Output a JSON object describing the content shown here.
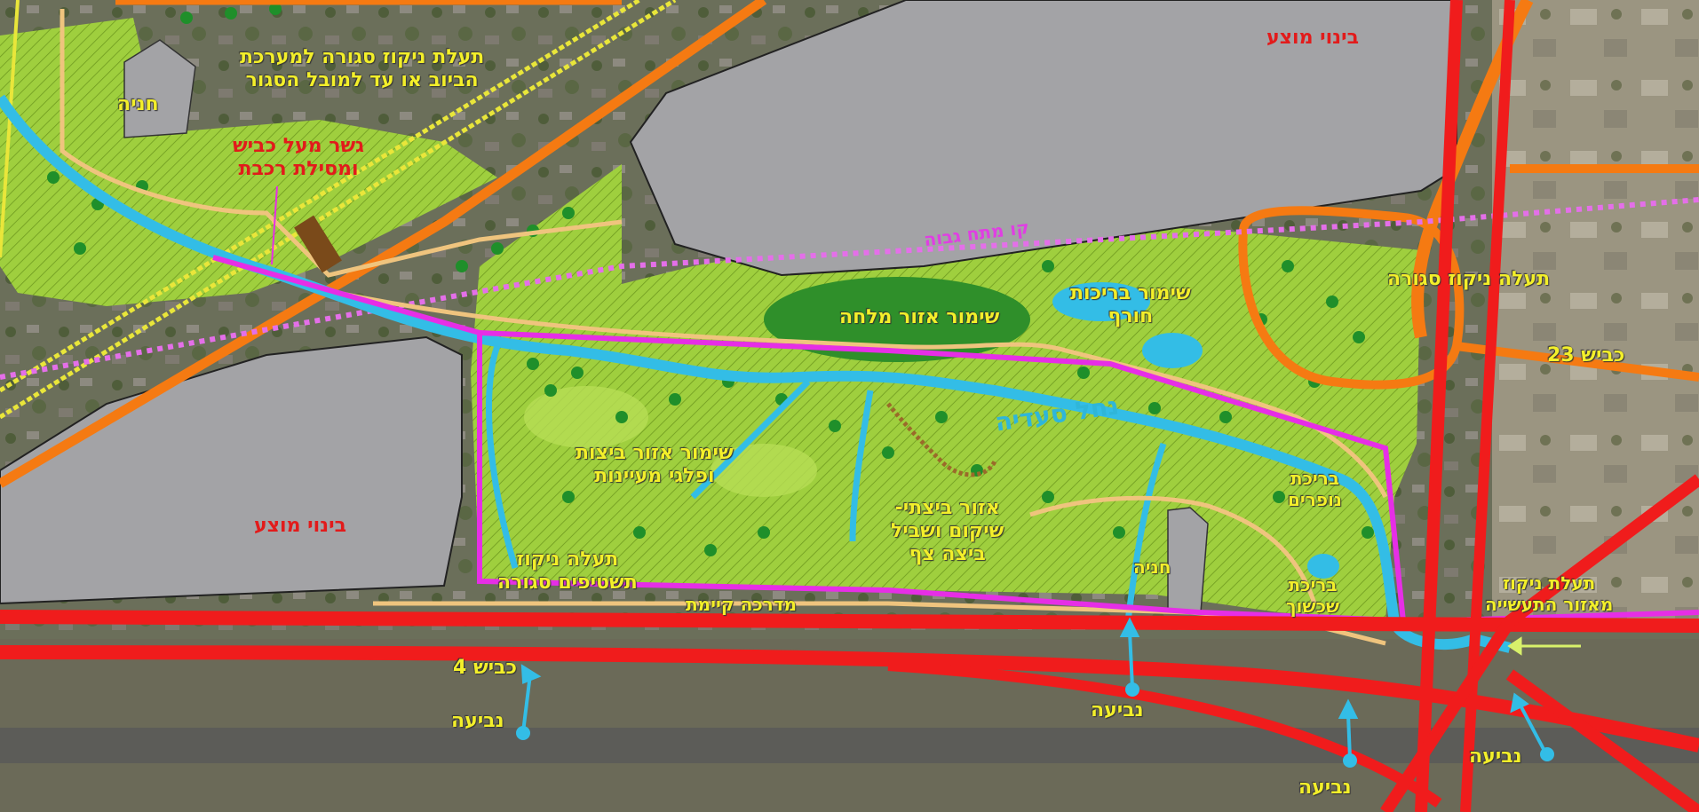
{
  "labels": {
    "built_top": "בינוי מוצע",
    "built_left": "בינוי מוצע",
    "channel_top": "תעלת ניקוז סגורה למערכת\nהביוב או עד למובל הסגור",
    "parking_top": "חניה",
    "bridge": "גשר מעל כביש\nומסילת רכבת",
    "high_voltage": "קו מתח גבוה",
    "salt_zone": "שימור אזור מלחה",
    "winter_pools": "שימור בריכות\nחורף",
    "closed_channel_right": "תעלה ניקוז סגורה",
    "road_23": "כביש 23",
    "stream": "נחל סעדיה",
    "swamp_zone": "שימור אזור ביצות\nופלגי מעיינות",
    "swamp_restore": "אזור ביצתי-\nשיקום ושביל\nביצה צף",
    "lily_pool": "בריכת\nנופרים",
    "settling_pool": "בריכת\nשכשוך",
    "parking_bottom": "חניה",
    "runoff_channel": "תעלה ניקוז\nתשטיפים סגורה",
    "sidewalk": "מדרכה קיימת",
    "industrial_channel": "תעלת ניקוז\nמאזור התעשייה",
    "road_4": "כביש 4",
    "spring_1": "נביעה",
    "spring_2": "נביעה",
    "spring_3": "נביעה",
    "spring_4": "נביעה"
  },
  "colors": {
    "road_red": "#f01c1c",
    "road_orange": "#f57a12",
    "stream_blue": "#33bde6",
    "boundary_magenta": "#e62ee6",
    "park_green": "#9fcf3e",
    "salt_green": "#2f8f2a",
    "built_gray": "#a3a3a6",
    "path_tan": "#efc47e",
    "rail_yellow": "#e9e63a"
  }
}
